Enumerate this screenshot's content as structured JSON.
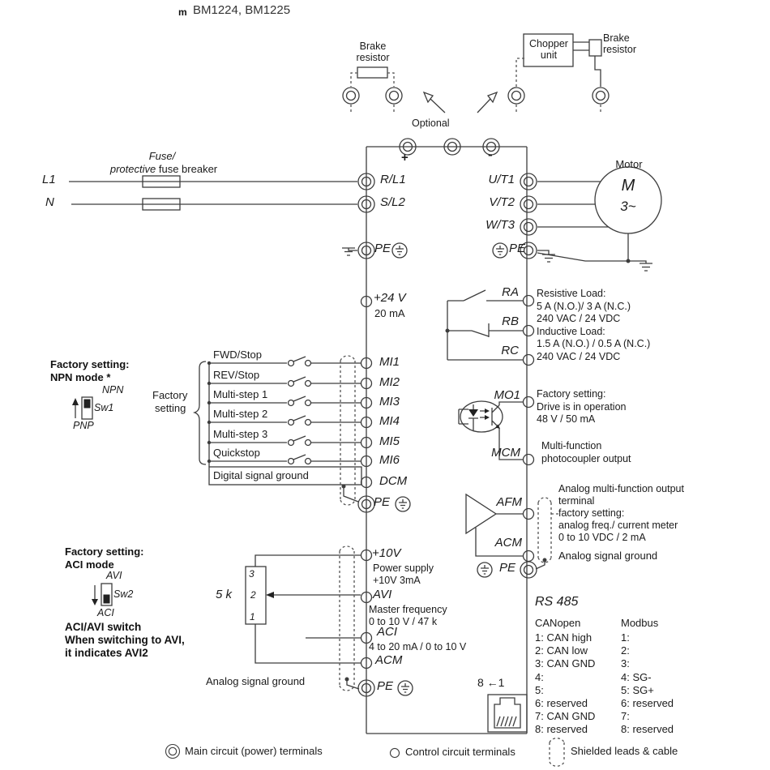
{
  "title": {
    "bullet": "m",
    "model": "BM1224, BM1225"
  },
  "top": {
    "brake_left": "Brake resistor",
    "chopper": "Chopper unit",
    "brake_right": "Brake resistor",
    "optional": "Optional",
    "plus": "+",
    "minus": "-"
  },
  "mains": {
    "fuse_line1": "Fuse/",
    "fuse_italic": "protective",
    "fuse_rest": " fuse breaker",
    "l1": "L1",
    "n": "N"
  },
  "terminals": {
    "r_l1": "R/L1",
    "s_l2": "S/L2",
    "pe_in": "PE",
    "u_t1": "U/T1",
    "v_t2": "V/T2",
    "w_t3": "W/T3",
    "pe_out": "PE",
    "p24": "+24 V",
    "p24_ma": "20 mA",
    "mi1": "MI1",
    "mi2": "MI2",
    "mi3": "MI3",
    "mi4": "MI4",
    "mi5": "MI5",
    "mi6": "MI6",
    "dcm": "DCM",
    "pe_dcm": "PE",
    "ra": "RA",
    "rb": "RB",
    "rc": "RC",
    "mo1": "MO1",
    "mcm": "MCM",
    "afm": "AFM",
    "acm_out": "ACM",
    "pe_afm": "PE",
    "p10": "+10V",
    "avi": "AVI",
    "aci": "ACI",
    "acm_in": "ACM",
    "pe_analog": "PE"
  },
  "motor": {
    "caption": "Motor",
    "letter": "M",
    "phase": "3~"
  },
  "npn_switch": {
    "line1": "Factory setting:",
    "line2": "NPN mode *",
    "top": "NPN",
    "name": "Sw1",
    "bottom": "PNP"
  },
  "digital": {
    "brace1": "Factory",
    "brace2": "setting",
    "functions": [
      "FWD/Stop",
      "REV/Stop",
      "Multi-step 1",
      "Multi-step 2",
      "Multi-step 3",
      "Quickstop"
    ],
    "ground": "Digital signal ground"
  },
  "relay": {
    "lines": [
      "Resistive Load:",
      "5 A (N.O.)/ 3 A (N.C.)",
      "240 VAC / 24 VDC",
      "Inductive Load:",
      "1.5 A (N.O.) / 0.5 A (N.C.)",
      "240 VAC / 24 VDC"
    ]
  },
  "mo_section": {
    "note": [
      "Factory setting:",
      "Drive is in operation",
      "48 V / 50 mA"
    ],
    "caption": [
      "Multi-function",
      "photocoupler output"
    ]
  },
  "afm_section": {
    "note": [
      "Analog multi-function output",
      "terminal",
      "factory setting:",
      "analog freq./ current meter",
      "0 to 10 VDC / 2 mA"
    ],
    "ground": "Analog signal ground"
  },
  "aci_switch": {
    "line1": "Factory setting:",
    "line2": "ACI mode",
    "top": "AVI",
    "name": "Sw2",
    "bottom": "ACI",
    "note": [
      "ACI/AVI switch",
      "When switching to AVI,",
      "it indicates AVI2"
    ]
  },
  "analog": {
    "p10_note": [
      "Power supply",
      "+10V 3mA"
    ],
    "avi_note": [
      "Master frequency",
      "0 to 10 V / 47 k"
    ],
    "aci_note": "4 to 20 mA / 0 to 10 V",
    "pot_r": "5 k",
    "pot3": "3",
    "pot2": "2",
    "pot1": "1",
    "ground": "Analog signal ground"
  },
  "rs485": {
    "title": "RS 485",
    "pins": "8 ←1",
    "canopen_header": "CANopen",
    "canopen": [
      "1: CAN high",
      "2: CAN low",
      "3: CAN GND",
      "4:",
      "5:",
      "6: reserved",
      "7: CAN GND",
      "8: reserved"
    ],
    "modbus_header": "Modbus",
    "modbus": [
      "1:",
      "2:",
      "3:",
      "4: SG-",
      "5: SG+",
      "6: reserved",
      "7:",
      "8: reserved"
    ]
  },
  "legend": {
    "main": "Main circuit (power) terminals",
    "control": "Control circuit terminals",
    "shield": "Shielded leads & cable"
  },
  "colors": {
    "watermark": "#c9d6ec",
    "line": "#3d3d3d"
  }
}
